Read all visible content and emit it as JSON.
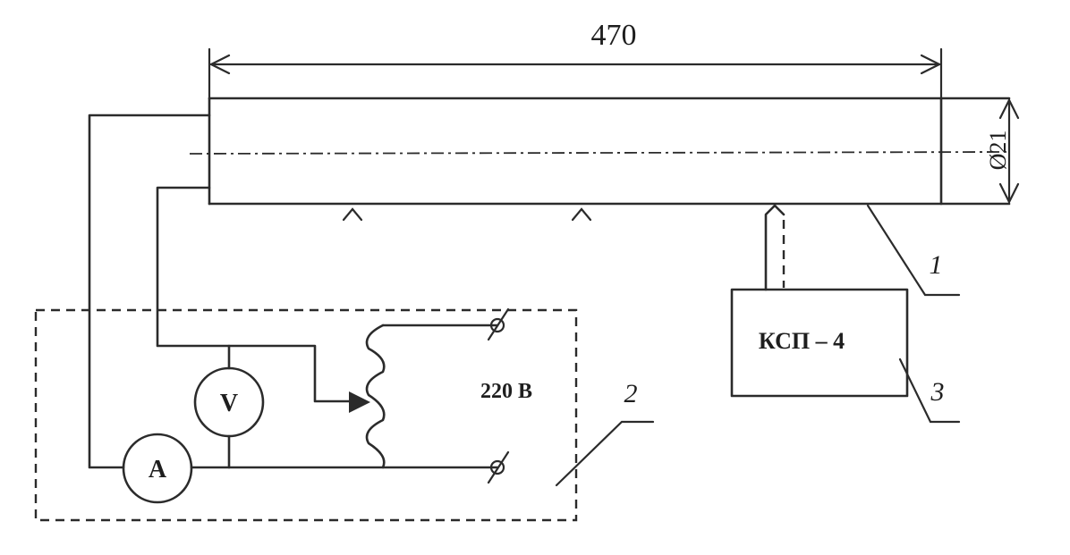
{
  "diagram": {
    "dimension_length": "470",
    "dimension_diameter": "Ø21",
    "recorder_label": "КСП – 4",
    "voltage_label": "220 В",
    "voltmeter_symbol": "V",
    "ammeter_symbol": "А",
    "callout_1": "1",
    "callout_2": "2",
    "callout_3": "3"
  }
}
